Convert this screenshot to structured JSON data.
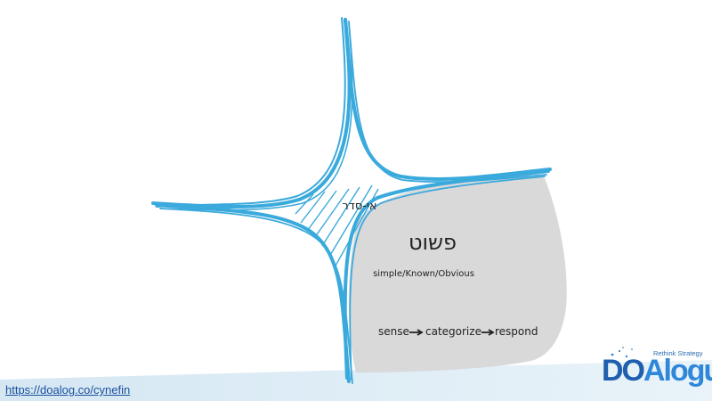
{
  "labels": {
    "disorder_hebrew": "אי-סדר",
    "domain_hebrew": "פשוט",
    "domain_english": "simple/Known/Obvious",
    "practice_sense": "sense",
    "practice_categorize": "categorize",
    "practice_respond": "respond"
  },
  "footer": {
    "url": "https://doalog.co/cynefin"
  },
  "logo": {
    "tagline": "Rethink Strategy",
    "word_do": "DO",
    "word_alogue": "Alogue"
  },
  "colors": {
    "line": "#3aa9dc",
    "domain_fill": "#d9d9d9",
    "text": "#222222",
    "link": "#1a4f9c",
    "footer_band": "#cfe3f0"
  }
}
